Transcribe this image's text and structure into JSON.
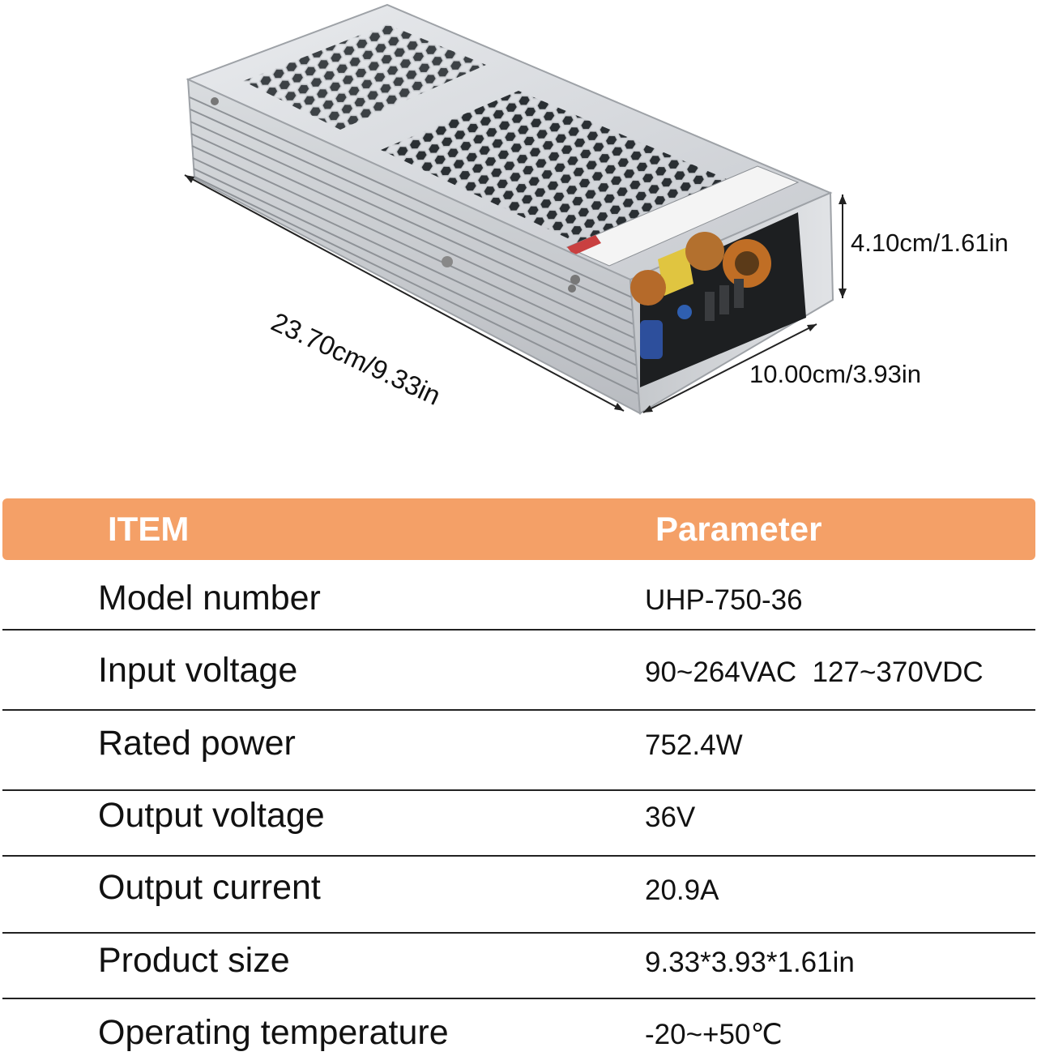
{
  "product_image": {
    "icon": "power-supply-unit-photo",
    "dimensions": {
      "length": "23.70cm/9.33in",
      "width": "10.00cm/3.93in",
      "height": "4.10cm/1.61in"
    }
  },
  "spec_table": {
    "header": {
      "item": "ITEM",
      "parameter": "Parameter",
      "color": "#f4a067"
    },
    "rows": [
      {
        "item": "Model number",
        "parameter": "UHP-750-36"
      },
      {
        "item": "Input voltage",
        "parameter": "90~264VAC  127~370VDC"
      },
      {
        "item": "Rated power",
        "parameter": "752.4W"
      },
      {
        "item": "Output voltage",
        "parameter": "36V"
      },
      {
        "item": "Output current",
        "parameter": "20.9A"
      },
      {
        "item": "Product size",
        "parameter": "9.33*3.93*1.61in"
      },
      {
        "item": "Operating temperature",
        "parameter": "-20~+50℃"
      }
    ]
  }
}
